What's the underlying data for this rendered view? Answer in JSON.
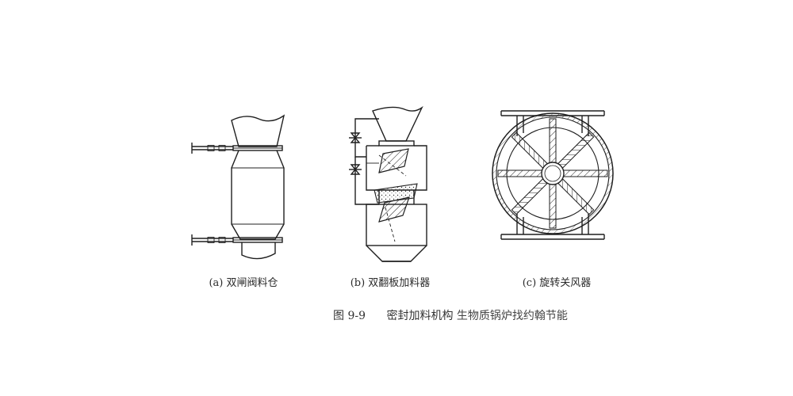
{
  "figure": {
    "sub_labels": {
      "a": "(a) 双闸阀料仓",
      "b": "(b) 双翻板加料器",
      "c": "(c) 旋转关风器"
    },
    "caption": {
      "number": "图 9-9",
      "title": "密封加料机构",
      "site": "生物质锅炉找约翰节能"
    }
  }
}
